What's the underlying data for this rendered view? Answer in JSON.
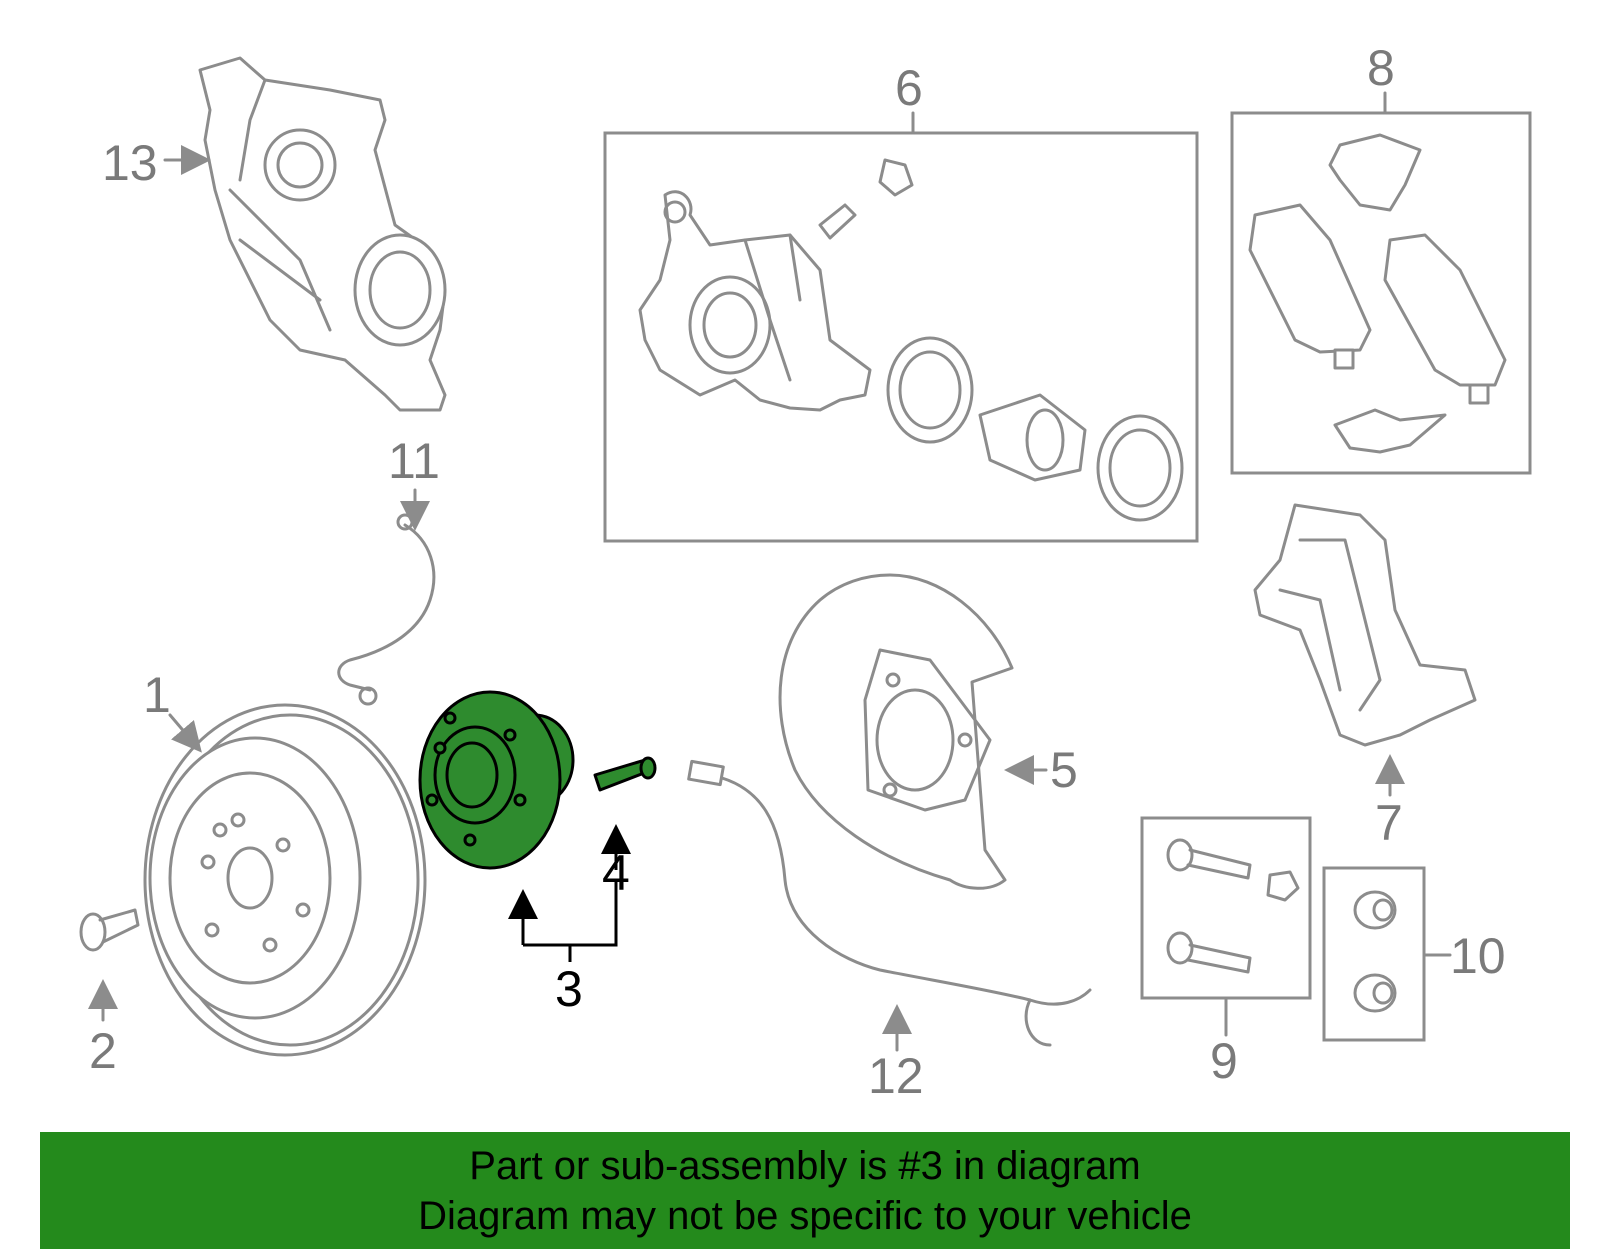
{
  "callouts": {
    "n1": "1",
    "n2": "2",
    "n3": "3",
    "n4": "4",
    "n5": "5",
    "n6": "6",
    "n7": "7",
    "n8": "8",
    "n9": "9",
    "n10": "10",
    "n11": "11",
    "n12": "12",
    "n13": "13"
  },
  "highlight": {
    "color": "#248a1c",
    "part_number": "3"
  },
  "banner": {
    "line1": "Part or sub-assembly is #3 in diagram",
    "line2": "Diagram may not be specific to your vehicle"
  }
}
